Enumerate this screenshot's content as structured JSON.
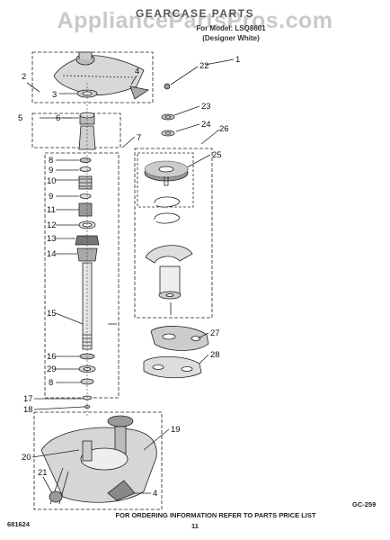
{
  "header": {
    "watermark": "AppliancePartsPros.com",
    "title": "GEARCASE PARTS",
    "model": "For Model: LSQ8601",
    "color": "(Designer White)"
  },
  "callouts": [
    "1",
    "2",
    "3",
    "4",
    "5",
    "6",
    "7",
    "8",
    "9",
    "10",
    "9",
    "11",
    "12",
    "13",
    "14",
    "15",
    "16",
    "29",
    "8",
    "17",
    "18",
    "19",
    "20",
    "21",
    "4",
    "22",
    "23",
    "24",
    "26",
    "25",
    "27",
    "28"
  ],
  "footer": {
    "left_code": "681624",
    "center_text": "FOR ORDERING INFORMATION REFER TO PARTS PRICE LIST",
    "page_number": "11",
    "right_code": "GC-259"
  }
}
